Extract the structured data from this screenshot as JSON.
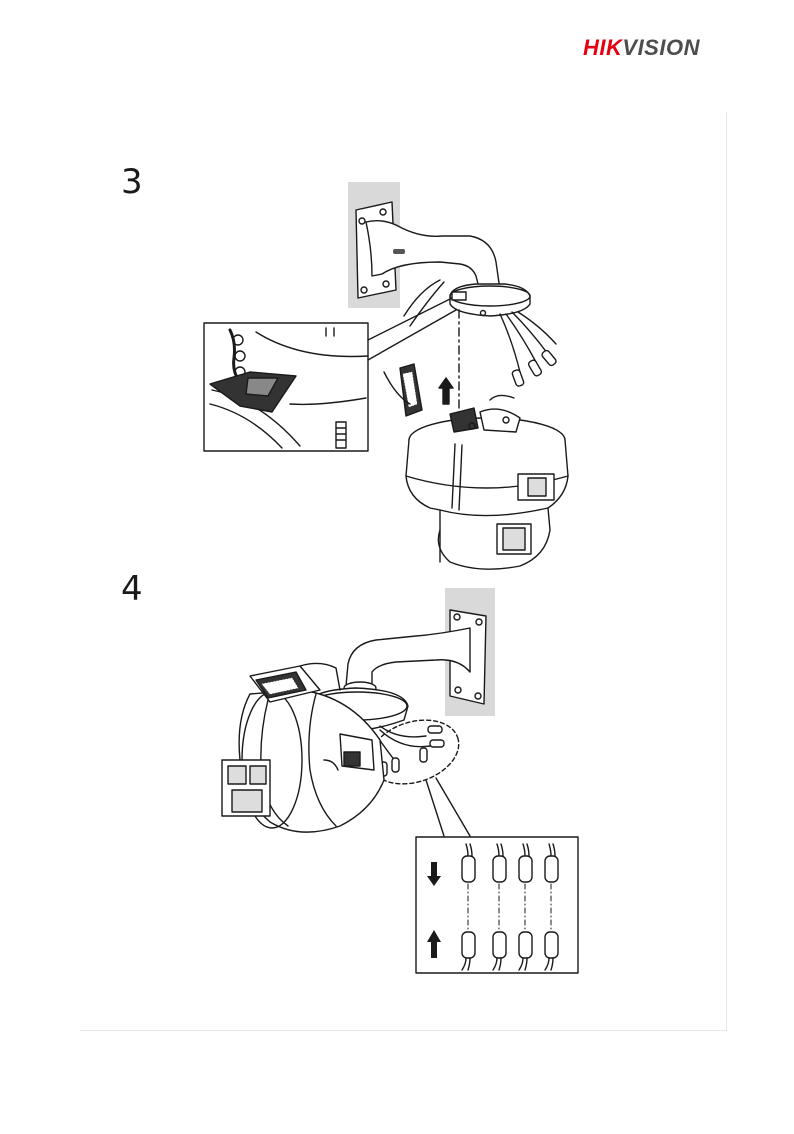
{
  "header": {
    "brand_hik": "HIK",
    "brand_vision": "VISION",
    "brand_color": "#e60012"
  },
  "steps": [
    {
      "number": "3"
    },
    {
      "number": "4"
    }
  ],
  "icons": [
    "mounting-bracket-icon",
    "speed-dome-camera-icon",
    "safety-rope-icon",
    "cable-connector-icon",
    "arrow-up-icon",
    "arrow-down-icon"
  ]
}
